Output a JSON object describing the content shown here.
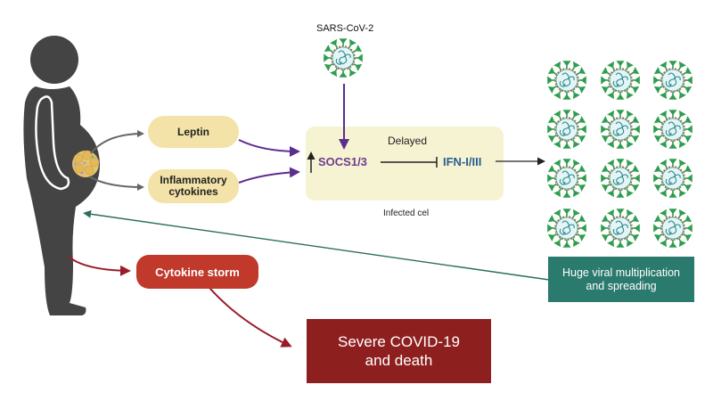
{
  "virus_label": "SARS-CoV-2",
  "nodes": {
    "leptin": "Leptin",
    "inflammatory_cytokines": "Inflammatory\ncytokines",
    "delayed": "Delayed",
    "socs": "SOCS1/3",
    "ifn": "IFN-I/III",
    "infected_cell": "Infected cel",
    "viral_multiplication": "Huge viral multiplication\nand spreading",
    "cytokine_storm": "Cytokine storm",
    "severe_covid": "Severe COVID-19\nand death"
  },
  "virus_grid": {
    "rows": 4,
    "cols": 3
  },
  "colors": {
    "body": "#444444",
    "yellow_pill": "#f3e3a8",
    "cell_box": "#f6f3d2",
    "purple": "#5b2d8e",
    "socs_text": "#6a3d8f",
    "ifn_text": "#2a5d8f",
    "teal": "#2b7a6e",
    "storm_red": "#c0392b",
    "death_red": "#8e1f1f",
    "grey_arrow": "#666666",
    "virus_spike": "#2e9e4e",
    "virus_fill": "#e4f5f7"
  }
}
